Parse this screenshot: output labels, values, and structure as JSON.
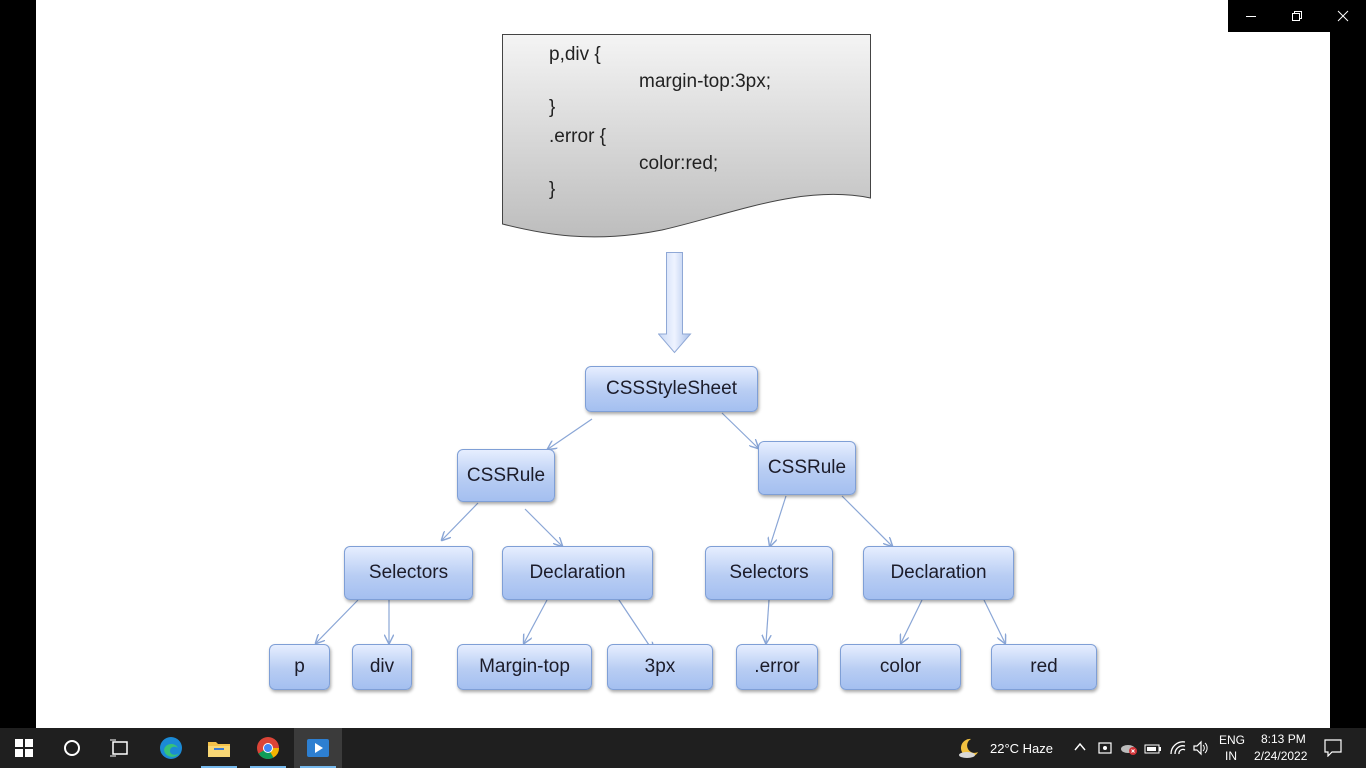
{
  "css_code": {
    "lines": [
      "p,div {",
      "margin-top:3px;",
      "}",
      ".error {",
      "color:red;",
      "}"
    ]
  },
  "tree": {
    "root": "CSSStyleSheet",
    "rule_left": "CSSRule",
    "rule_right": "CSSRule",
    "selectors_left": "Selectors",
    "declaration_left": "Declaration",
    "selectors_right": "Selectors",
    "declaration_right": "Declaration",
    "leaf_p": "p",
    "leaf_div": "div",
    "leaf_margin_top": "Margin-top",
    "leaf_3px": "3px",
    "leaf_error": ".error",
    "leaf_color": "color",
    "leaf_red": "red"
  },
  "colors": {
    "node_fill": "#b8cdf3",
    "node_border": "#7f9fd6",
    "arrow": "#8aa6d6",
    "taskbar": "#1f1f1f"
  },
  "taskbar": {
    "apps": [
      "windows-start-icon",
      "cortana-search-icon",
      "task-view-icon",
      "edge-icon",
      "file-explorer-icon",
      "chrome-icon",
      "video-player-icon"
    ],
    "weather": "22°C  Haze",
    "language_top": "ENG",
    "language_bottom": "IN",
    "time": "8:13 PM",
    "date": "2/24/2022"
  }
}
